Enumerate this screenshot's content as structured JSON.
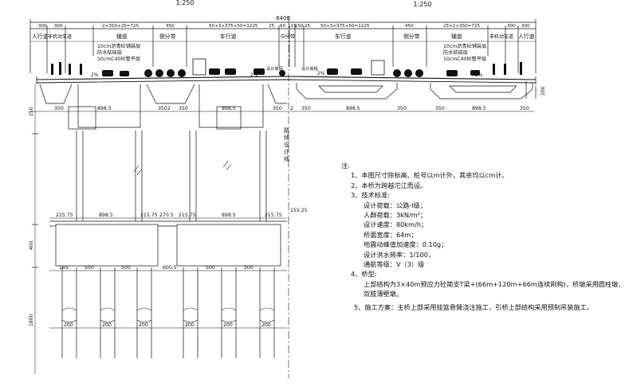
{
  "header": {
    "scale_left": "1:250",
    "scale_right": "1:250"
  },
  "dims": {
    "total_width": "6400",
    "top_segments": [
      "300",
      "300",
      "2×350+25=725",
      "450",
      "50+3×375+50=1225",
      "25",
      "60",
      "115",
      "150",
      "25",
      "50+3×375+50=1225",
      "450",
      "25+2×350=725",
      "300",
      "300"
    ],
    "lanes": [
      "人行道",
      "非机动车道",
      "辅道",
      "侧分带",
      "车行道",
      "中分带",
      "车行道",
      "侧分带",
      "辅道",
      "非机动车道",
      "人行道"
    ],
    "layers_left": [
      "10cm沥青砼铺装层",
      "防水粘结层",
      "10cmC40砼整平层"
    ],
    "layers_right": [
      "10cm沥青砼铺装层",
      "防水粘结层",
      "10cmC40砼整平层"
    ],
    "slope": "2%",
    "pier_top": [
      "350",
      "898.5",
      "350",
      "2",
      "350",
      "898.5",
      "350",
      "2",
      "350",
      "898.5",
      "350",
      "350",
      "898.5",
      "350"
    ],
    "side_height": "200",
    "left_height_top": "250",
    "left_height_mid": "400",
    "left_height_bottom": "1800",
    "cap": [
      "215.75",
      "898.5",
      "215.75",
      "270.5",
      "215.75",
      "898.5",
      "215.75"
    ],
    "elevation": "155.25",
    "pile_spacing": [
      "165",
      "500",
      "500",
      "600.5",
      "500",
      "500"
    ],
    "pile_dia": "200",
    "centerline": "路线设计线",
    "design_barrier": "设计高程"
  },
  "notes": {
    "title": "注:",
    "items": [
      "1、本图尺寸除标高、桩号以m计外，其余均以cm计。",
      "2、本桥为跨越沱江而设。",
      "3、技术标准:"
    ],
    "standards": [
      "设计荷载：公路-I级；",
      "人群荷载：3kN/m²；",
      "设计速度：80km/h；",
      "桥面宽度：64m；",
      "地震动峰值加速度：0.10g；",
      "设计洪水频率：1/100，",
      "通航等级：V（3）级"
    ],
    "item4": "4、桥型:",
    "item4_text1": "上部结构为3×40m预应力砼简支T梁+(66m+120m+66m连续刚构)，桥墩采用圆柱墩、",
    "item4_text2": "双肢薄壁墩。",
    "item5": "5、施工方案：主桥上部采用挂篮悬臂浇注施工，引桥上部结构采用预制吊装施工。"
  },
  "colors": {
    "line": "#111111"
  }
}
